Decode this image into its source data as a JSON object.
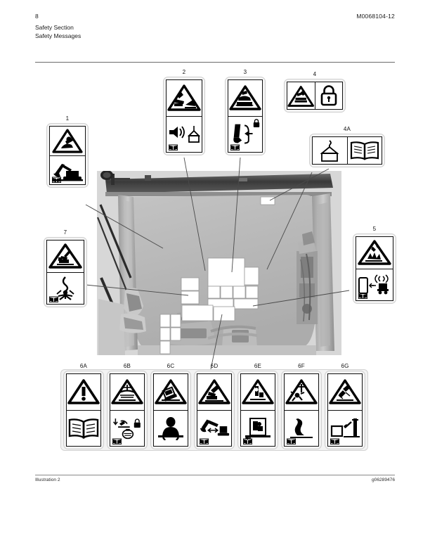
{
  "page": {
    "number": "8",
    "document_number": "M0068104-12",
    "section": "Safety Section",
    "subsection": "Safety Messages"
  },
  "footer": {
    "illustration_label": "Illustration 2",
    "graphic_id": "g06289476"
  },
  "illustration": {
    "description": "Excavator operator cab interior showing locations of safety message decals",
    "decal_callouts": [
      {
        "id": "1",
        "label": "1",
        "orientation": "vertical",
        "cells": [
          {
            "icon": "warning-triangle-falling-object-icon"
          },
          {
            "icon": "excavator-icon",
            "bookmark": true
          }
        ]
      },
      {
        "id": "2",
        "label": "2",
        "orientation": "vertical",
        "cells": [
          {
            "icon": "warning-triangle-excavator-rollover-icon"
          },
          {
            "icon": "horn-and-suspended-load-icon",
            "bookmark": true
          }
        ]
      },
      {
        "id": "3",
        "label": "3",
        "orientation": "vertical",
        "cells": [
          {
            "icon": "warning-triangle-crushing-hazard-icon"
          },
          {
            "icon": "window-wiper-arrow-icon",
            "bookmark": true,
            "lock": true
          }
        ]
      },
      {
        "id": "4",
        "label": "4",
        "orientation": "horizontal",
        "cells": [
          {
            "icon": "warning-triangle-hand-crush-icon"
          },
          {
            "icon": "padlock-icon"
          }
        ]
      },
      {
        "id": "4A",
        "label": "4A",
        "orientation": "horizontal",
        "cells": [
          {
            "icon": "hoist-lifting-point-icon"
          },
          {
            "icon": "open-book-manual-icon"
          }
        ]
      },
      {
        "id": "5",
        "label": "5",
        "orientation": "vertical",
        "cells": [
          {
            "icon": "warning-triangle-explosion-icon"
          },
          {
            "icon": "wireless-remote-machine-icon",
            "bookmark": true
          }
        ]
      },
      {
        "id": "7",
        "label": "7",
        "orientation": "vertical",
        "cells": [
          {
            "icon": "warning-triangle-excavator-tipping-icon"
          },
          {
            "icon": "overhead-line-electrocution-icon",
            "bookmark": true
          }
        ]
      }
    ],
    "decal_strip": [
      {
        "id": "6A",
        "label": "6A",
        "cells": [
          {
            "icon": "warning-triangle-exclamation-icon"
          },
          {
            "icon": "open-book-manual-icon"
          }
        ]
      },
      {
        "id": "6B",
        "label": "6B",
        "cells": [
          {
            "icon": "warning-triangle-spring-pressure-icon"
          },
          {
            "icon": "accumulator-release-lock-icon",
            "bookmark": true
          }
        ]
      },
      {
        "id": "6C",
        "label": "6C",
        "cells": [
          {
            "icon": "warning-triangle-tipover-icon"
          },
          {
            "icon": "seatbelt-person-icon"
          }
        ]
      },
      {
        "id": "6D",
        "label": "6D",
        "cells": [
          {
            "icon": "warning-triangle-boom-swing-icon"
          },
          {
            "icon": "excavator-boom-reach-icon",
            "bookmark": true
          }
        ]
      },
      {
        "id": "6E",
        "label": "6E",
        "cells": [
          {
            "icon": "warning-triangle-seat-adjust-icon"
          },
          {
            "icon": "operator-seat-icon",
            "bookmark": true
          }
        ]
      },
      {
        "id": "6F",
        "label": "6F",
        "cells": [
          {
            "icon": "warning-triangle-falling-person-icon"
          },
          {
            "icon": "slip-hazard-icon",
            "bookmark": true
          }
        ]
      },
      {
        "id": "6G",
        "label": "6G",
        "cells": [
          {
            "icon": "warning-triangle-window-break-icon"
          },
          {
            "icon": "emergency-exit-hammer-icon",
            "bookmark": true
          }
        ]
      }
    ]
  },
  "colors": {
    "rule": "#6c6c6c",
    "decal_border": "#111111",
    "decal_frame": "#cfcfcf",
    "cab_glass": "#b8b8b8",
    "cab_dark": "#3c3c3c",
    "leader_line": "#4a4a4a"
  }
}
